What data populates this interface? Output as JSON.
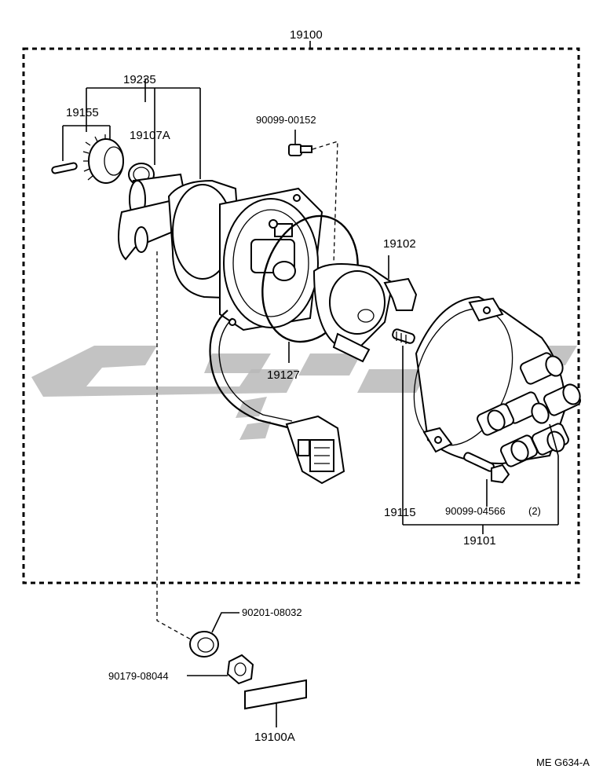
{
  "diagram": {
    "code": "ME G634-A",
    "labels": {
      "p19100": "19100",
      "p19235": "19235",
      "p19155": "19155",
      "p19107A": "19107A",
      "p90099_00152": "90099-00152",
      "p19102": "19102",
      "p19127": "19127",
      "p19115": "19115",
      "p90099_04566": "90099-04566",
      "qty_90099_04566": "(2)",
      "p19101": "19101",
      "p90201_08032": "90201-08032",
      "p90179_08044": "90179-08044",
      "p19100A": "19100A"
    }
  }
}
